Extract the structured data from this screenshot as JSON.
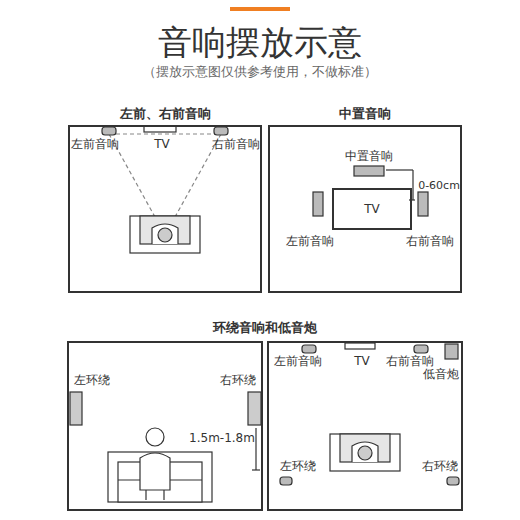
{
  "diagram": {
    "title": "音响摆放示意",
    "nodes": [
      {
        "text": [
          "左前、右前音响"
        ]
      },
      {
        "text": [
          "中置音响"
        ]
      },
      {
        "text": [
          "TV"
        ],
        "in": 1
      }
    ],
    "labels": [
      "（摆放示意图仅供参考使用，不做标准）",
      "左前音响",
      "TV",
      "右前音响",
      "中置音响",
      "0-60cm",
      "左前音响",
      "右前音响",
      "环绕音响和低音炮",
      "左环绕",
      "右环绕",
      "1.5m-1.8m",
      "左前音响",
      "TV",
      "右前音响",
      "低音炮",
      "左环绕",
      "右环绕"
    ]
  }
}
